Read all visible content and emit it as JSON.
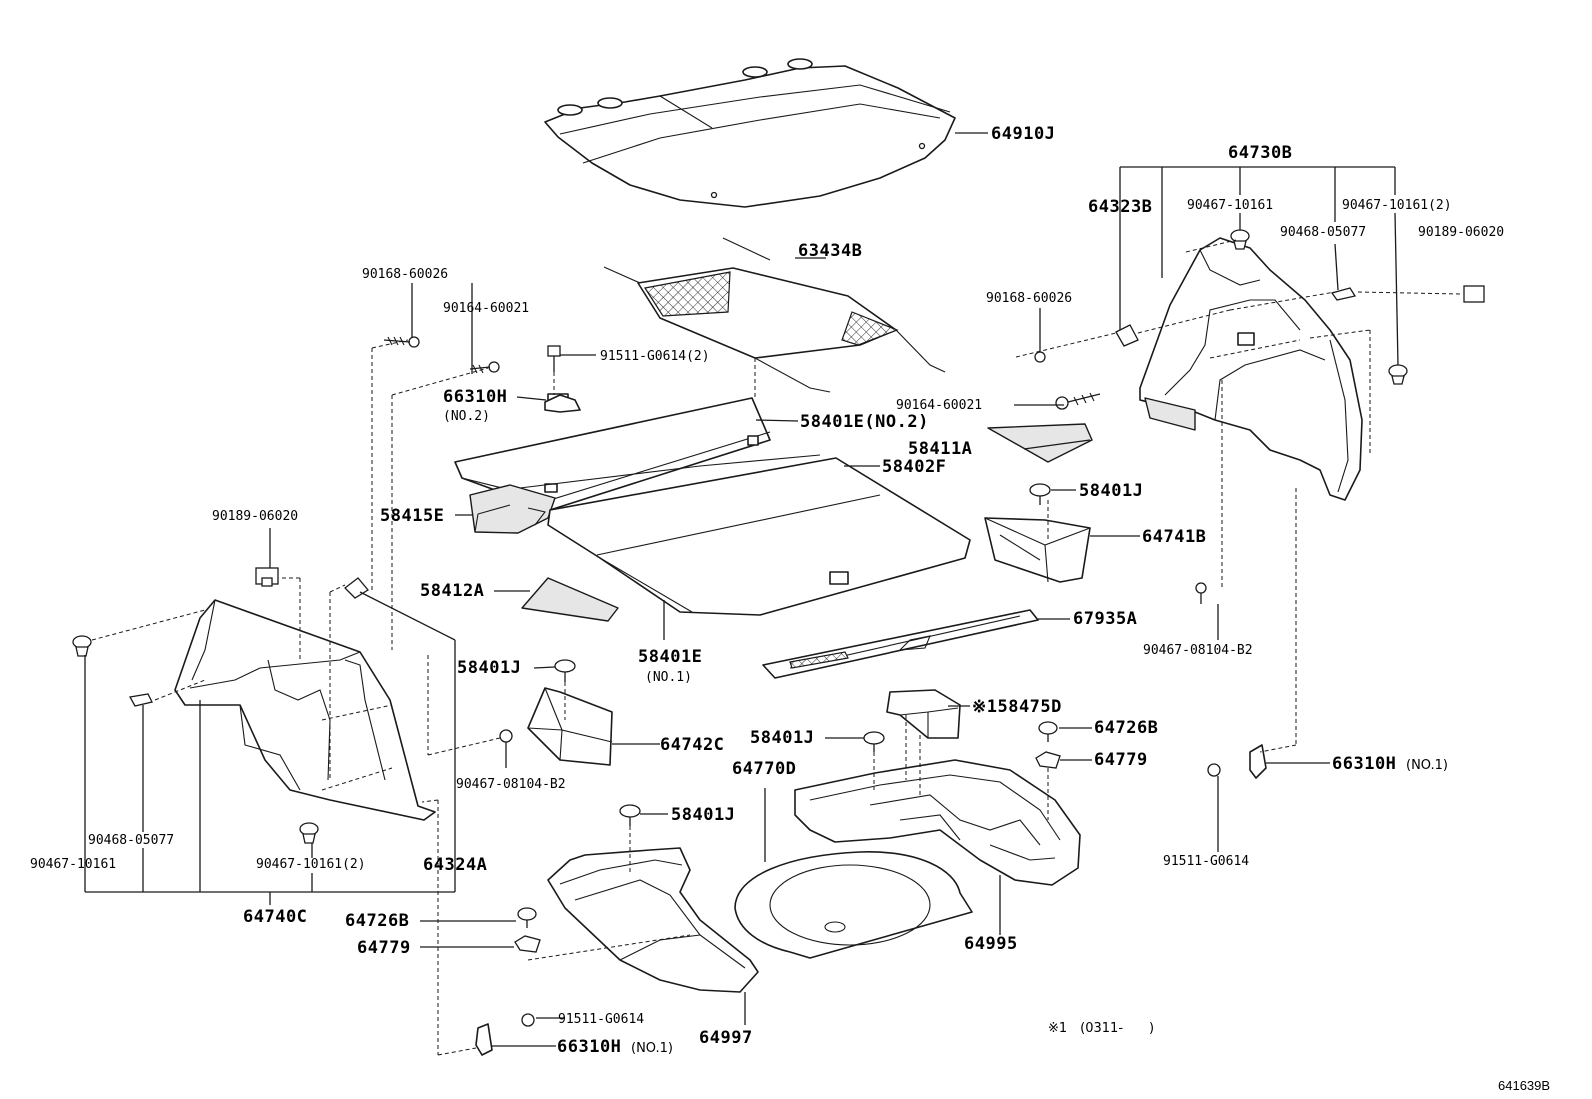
{
  "labels": {
    "p64910J": "64910J",
    "p64730B": "64730B",
    "p64323B": "64323B",
    "p90467_10161_r": "90467-10161",
    "p90467_10161_2_r": "90467-10161(2)",
    "p90468_05077_r": "90468-05077",
    "p90189_06020_r": "90189-06020",
    "p63434B": "63434B",
    "p90168_60026_l": "90168-60026",
    "p90164_60021_l": "90164-60021",
    "p91511_G0614_2": "91511-G0614(2)",
    "p90168_60026_r": "90168-60026",
    "p66310H": "66310H",
    "p66310H_no2": "(NO.2)",
    "p58401E_no2": "58401E(NO.2)",
    "p90164_60021_r": "90164-60021",
    "p58411A": "58411A",
    "p58402F": "58402F",
    "p90189_06020_l": "90189-06020",
    "p58415E": "58415E",
    "p58401J_a": "58401J",
    "p64741B": "64741B",
    "p58412A": "58412A",
    "p67935A": "67935A",
    "p90467_08104_B2_r": "90467-08104-B2",
    "p58401E": "58401E",
    "p58401E_no1": "(NO.1)",
    "p58401J_b": "58401J",
    "p58475D": "※158475D",
    "p64726B_r": "64726B",
    "p64742C": "64742C",
    "p58401J_c": "58401J",
    "p64770D": "64770D",
    "p64779_r": "64779",
    "p66310H_no1_r": "66310H",
    "p66310H_no1_r_suffix": "(NO.1)",
    "p90467_08104_B2_l": "90467-08104-B2",
    "p58401J_d": "58401J",
    "p90468_05077_l": "90468-05077",
    "p90467_10161_l": "90467-10161",
    "p90467_10161_2_l": "90467-10161(2)",
    "p64324A": "64324A",
    "p91511_G0614_r": "91511-G0614",
    "p64740C": "64740C",
    "p64726B_l": "64726B",
    "p64995": "64995",
    "p64779_l": "64779",
    "p91511_G0614_b": "91511-G0614",
    "p64997": "64997",
    "p66310H_no1_b": "66310H",
    "p66310H_no1_b_suffix": "(NO.1)"
  },
  "footnote": "※1　(0311-　　)",
  "figure_ref": "641639B"
}
